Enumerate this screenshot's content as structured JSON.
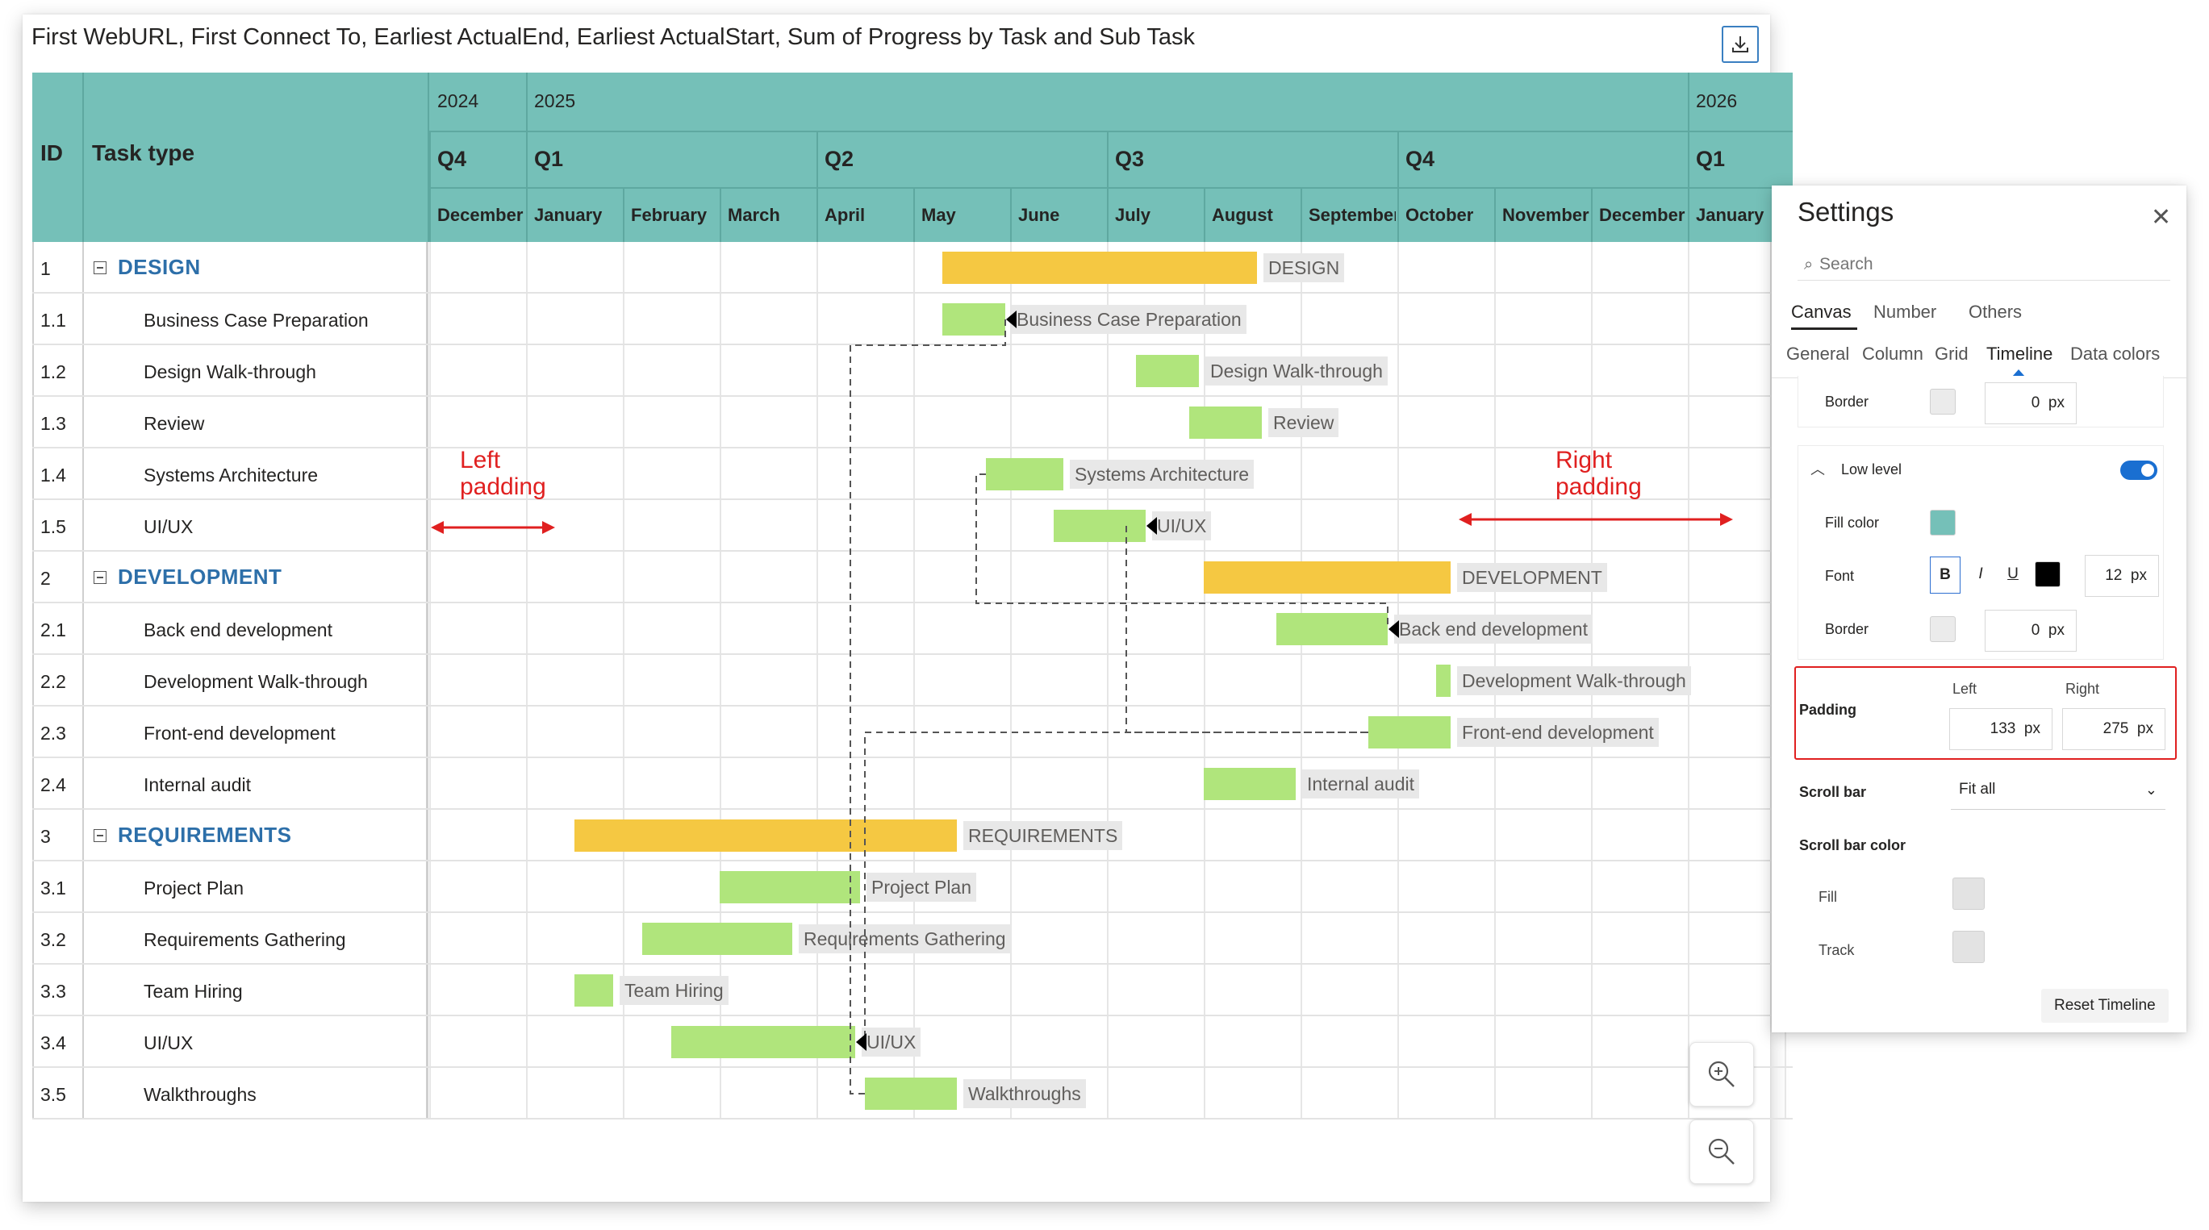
{
  "chart": {
    "title": "First WebURL, First Connect To, Earliest ActualEnd, Earliest ActualStart, Sum of Progress by Task and Sub Task",
    "export_icon": "export-download-icon",
    "colors": {
      "header": "#75c0b8",
      "group_bar": "#f5c842",
      "task_bar": "#b0e57c",
      "group_text": "#2d6fa9",
      "label_bg": "#e8e8e8"
    },
    "columns": {
      "id": "ID",
      "task_type": "Task type"
    },
    "years": [
      "2024",
      "2025",
      "2026"
    ],
    "quarters": [
      "Q4",
      "Q1",
      "Q2",
      "Q3",
      "Q4",
      "Q1"
    ],
    "months": [
      "December",
      "January",
      "February",
      "March",
      "April",
      "May",
      "June",
      "July",
      "August",
      "September",
      "October",
      "November",
      "December",
      "January"
    ],
    "rows": [
      {
        "id": "1",
        "name": "DESIGN",
        "group": true,
        "start": 5.3,
        "end": 8.55,
        "label": "DESIGN"
      },
      {
        "id": "1.1",
        "name": "Business Case Preparation",
        "start": 5.3,
        "end": 5.95,
        "label": "Business Case Preparation"
      },
      {
        "id": "1.2",
        "name": "Design Walk-through",
        "start": 7.3,
        "end": 7.95,
        "label": "Design Walk-through"
      },
      {
        "id": "1.3",
        "name": "Review",
        "start": 7.85,
        "end": 8.6,
        "label": "Review"
      },
      {
        "id": "1.4",
        "name": "Systems Architecture",
        "start": 5.75,
        "end": 6.55,
        "label": "Systems Architecture"
      },
      {
        "id": "1.5",
        "name": "UI/UX",
        "start": 6.45,
        "end": 7.4,
        "label": "UI/UX"
      },
      {
        "id": "2",
        "name": "DEVELOPMENT",
        "group": true,
        "start": 8.0,
        "end": 10.55,
        "label": "DEVELOPMENT"
      },
      {
        "id": "2.1",
        "name": "Back end development",
        "start": 8.75,
        "end": 9.9,
        "label": "Back end development"
      },
      {
        "id": "2.2",
        "name": "Development Walk-through",
        "start": 10.4,
        "end": 10.55,
        "label": "Development Walk-through"
      },
      {
        "id": "2.3",
        "name": "Front-end development",
        "start": 9.7,
        "end": 10.55,
        "label": "Front-end development"
      },
      {
        "id": "2.4",
        "name": "Internal audit",
        "start": 8.0,
        "end": 8.95,
        "label": "Internal audit"
      },
      {
        "id": "3",
        "name": "REQUIREMENTS",
        "group": true,
        "start": 1.5,
        "end": 5.45,
        "label": "REQUIREMENTS"
      },
      {
        "id": "3.1",
        "name": "Project Plan",
        "start": 3.0,
        "end": 4.45,
        "label": "Project Plan"
      },
      {
        "id": "3.2",
        "name": "Requirements Gathering",
        "start": 2.2,
        "end": 3.75,
        "label": "Requirements Gathering"
      },
      {
        "id": "3.3",
        "name": "Team Hiring",
        "start": 1.5,
        "end": 1.9,
        "label": "Team Hiring"
      },
      {
        "id": "3.4",
        "name": "UI/UX",
        "start": 2.5,
        "end": 4.4,
        "label": "UI/UX"
      },
      {
        "id": "3.5",
        "name": "Walkthroughs",
        "start": 4.5,
        "end": 5.45,
        "label": "Walkthroughs"
      }
    ],
    "annotations": {
      "left": "Left\npadding",
      "right": "Right\npadding"
    },
    "zoom_in_icon": "zoom-in-icon",
    "zoom_out_icon": "zoom-out-icon"
  },
  "settings": {
    "title": "Settings",
    "close_icon": "close-icon",
    "search_placeholder": "Search",
    "tabs": [
      "Canvas",
      "Number",
      "Others"
    ],
    "active_tab": "Canvas",
    "subtabs": [
      "General",
      "Column",
      "Grid",
      "Timeline",
      "Data colors"
    ],
    "active_subtab": "Timeline",
    "border_top": {
      "label": "Border",
      "value": "0",
      "unit": "px"
    },
    "low_level": {
      "label": "Low level",
      "enabled": true,
      "fill_color_label": "Fill color",
      "fill_color": "#75c0b8",
      "font_label": "Font",
      "bold": "B",
      "italic": "I",
      "underline": "U",
      "font_color": "#000000",
      "font_size": "12",
      "font_unit": "px",
      "border_label": "Border",
      "border_value": "0",
      "border_unit": "px"
    },
    "padding": {
      "label": "Padding",
      "left_label": "Left",
      "right_label": "Right",
      "left": "133",
      "right": "275",
      "unit": "px"
    },
    "scroll_bar": {
      "label": "Scroll bar",
      "value": "Fit all"
    },
    "scroll_bar_color": {
      "label": "Scroll bar color",
      "fill_label": "Fill",
      "track_label": "Track"
    },
    "reset_label": "Reset Timeline"
  }
}
